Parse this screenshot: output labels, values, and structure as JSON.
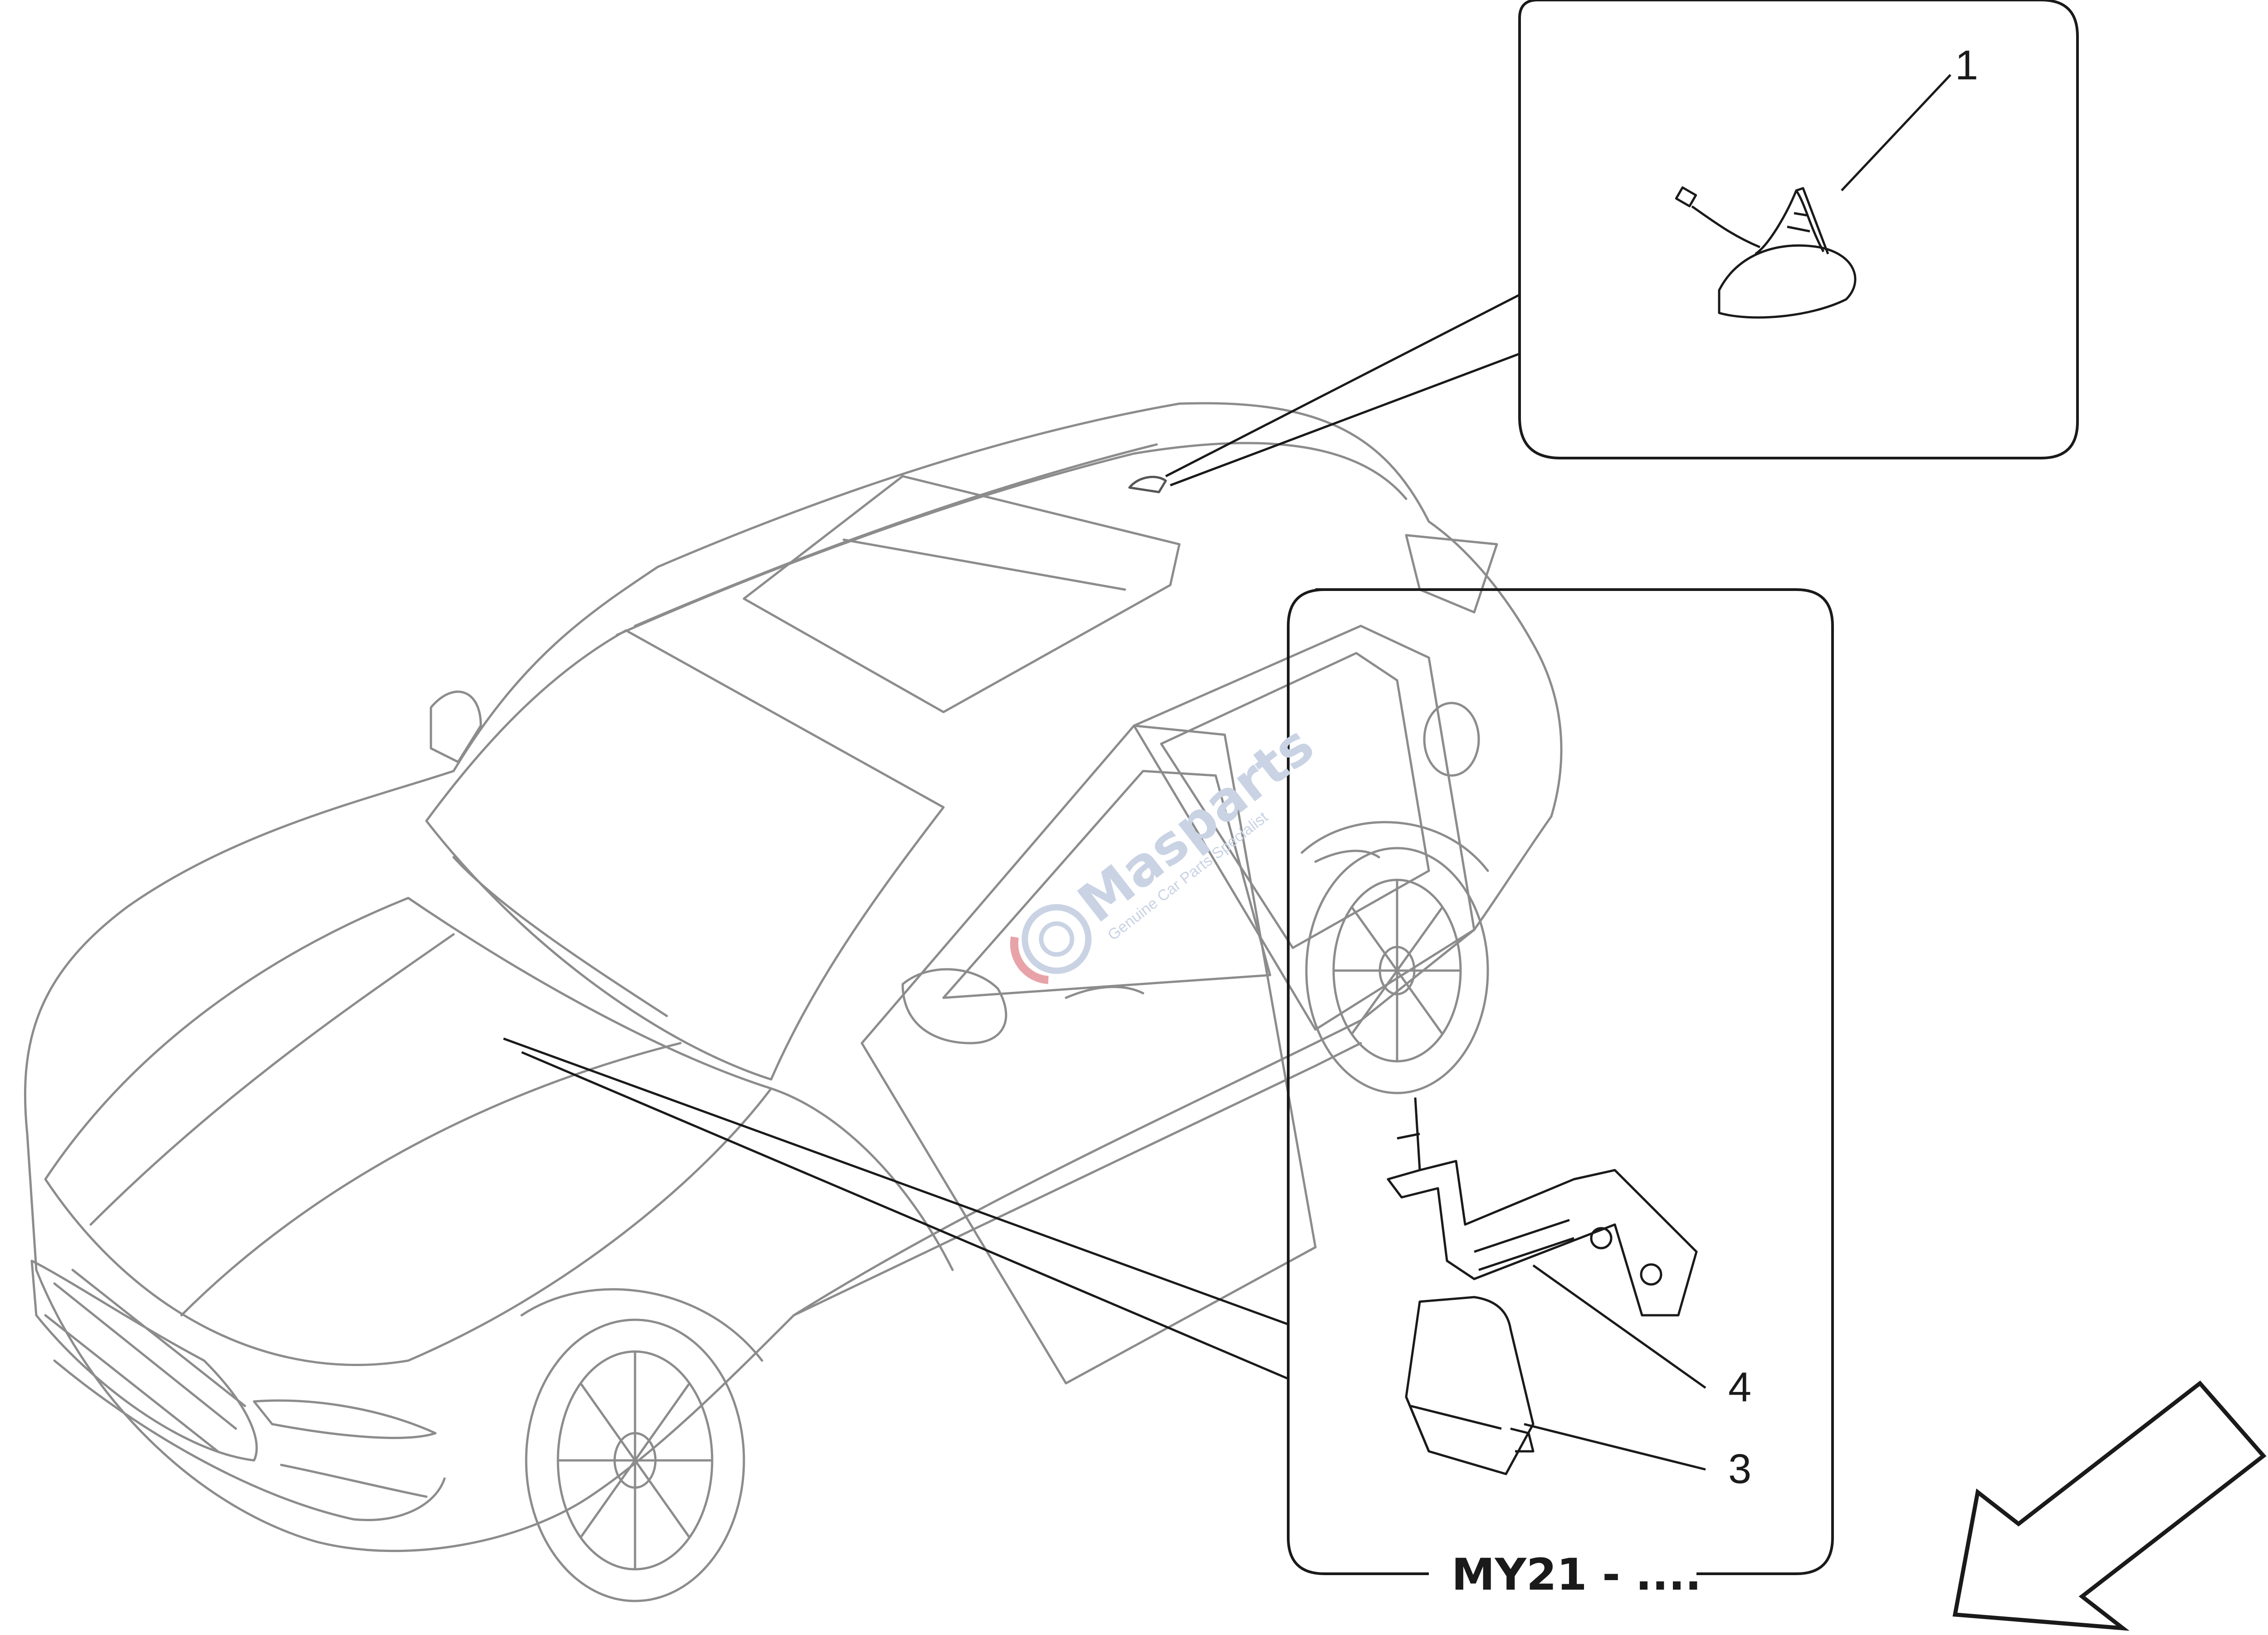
{
  "callouts": {
    "antenna": "1",
    "module": "3",
    "bracket": "4"
  },
  "caption": "MY21 - ....",
  "watermark": {
    "name": "Masparts",
    "tagline": "Genuine Car Parts Specialist"
  },
  "colors": {
    "line": "#1a1a1a",
    "car_outline": "#8c8c8c",
    "watermark": "#c9d3e4",
    "watermark_accent": "#e8a3a8"
  }
}
